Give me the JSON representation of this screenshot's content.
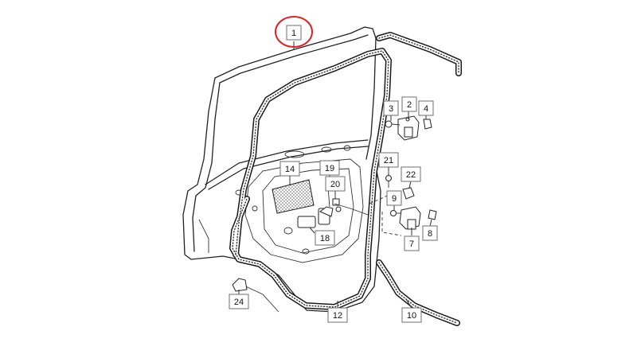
{
  "diagram": {
    "highlight_color": "#d9262b",
    "labels": {
      "l1": "1",
      "l2": "2",
      "l3": "3",
      "l4": "4",
      "l7": "7",
      "l8": "8",
      "l9": "9",
      "l10": "10",
      "l12": "12",
      "l14": "14",
      "l18": "18",
      "l19": "19",
      "l20": "20",
      "l21": "21",
      "l22": "22",
      "l24": "24"
    }
  }
}
